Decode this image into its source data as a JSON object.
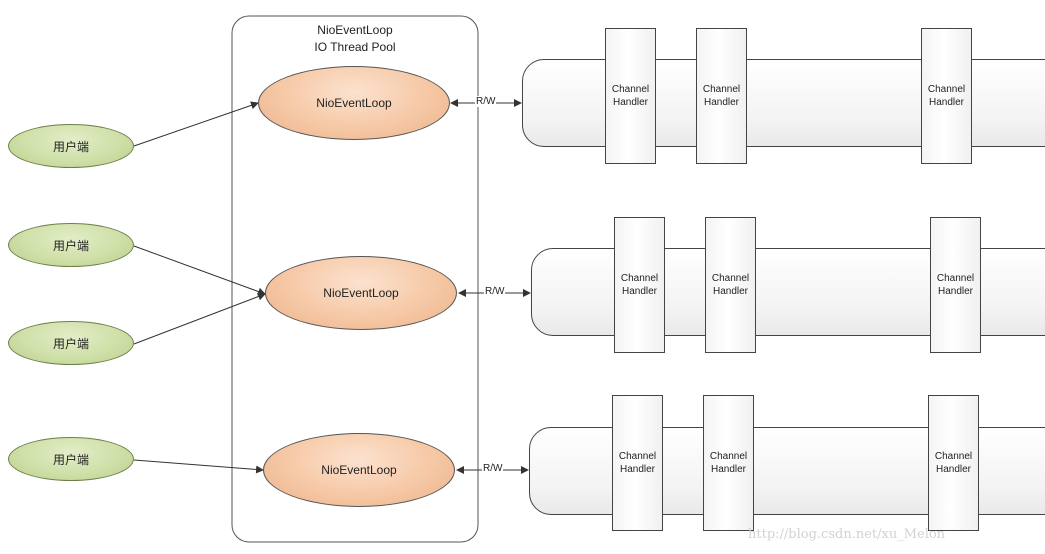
{
  "pool": {
    "title_line1": "NioEventLoop",
    "title_line2": "IO Thread Pool"
  },
  "clients": [
    "用户端",
    "用户端",
    "用户端",
    "用户端"
  ],
  "event_loops": [
    "NioEventLoop",
    "NioEventLoop",
    "NioEventLoop"
  ],
  "connection_label": "R/W",
  "pipelines": [
    {
      "handlers": [
        {
          "line1": "Channel",
          "line2": "Handler"
        },
        {
          "line1": "Channel",
          "line2": "Handler"
        },
        {
          "line1": "Channel",
          "line2": "Handler"
        }
      ]
    },
    {
      "handlers": [
        {
          "line1": "Channel",
          "line2": "Handler"
        },
        {
          "line1": "Channel",
          "line2": "Handler"
        },
        {
          "line1": "Channel",
          "line2": "Handler"
        }
      ]
    },
    {
      "handlers": [
        {
          "line1": "Channel",
          "line2": "Handler"
        },
        {
          "line1": "Channel",
          "line2": "Handler"
        },
        {
          "line1": "Channel",
          "line2": "Handler"
        }
      ]
    }
  ],
  "watermark": "http://blog.csdn.net/xu_Melon",
  "colors": {
    "client_fill": "#cfe0a8",
    "loop_fill": "#f6c8a5",
    "pipe_fill": "#f3f3f3",
    "line": "#333333"
  }
}
